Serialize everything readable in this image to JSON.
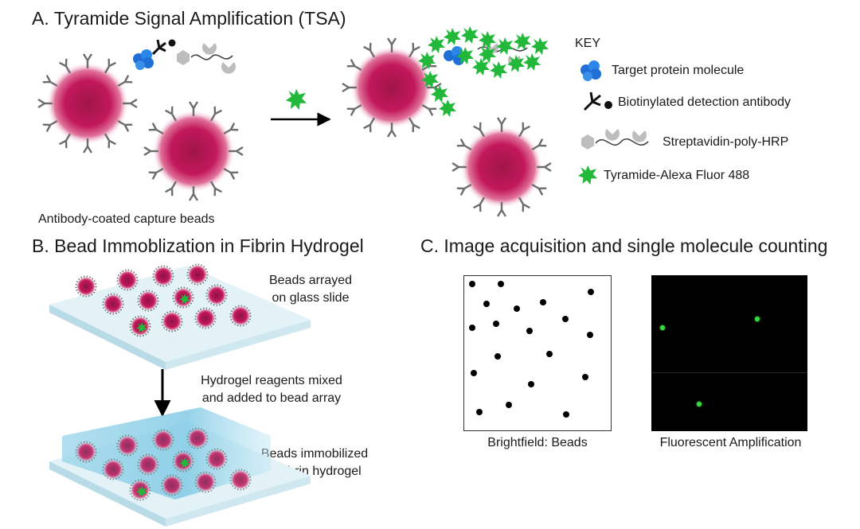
{
  "panel_a": {
    "title": "A. Tyramide Signal Amplification (TSA)",
    "beads_caption": "Antibody-coated capture beads",
    "key": {
      "heading": "KEY",
      "items": [
        {
          "label": "Target protein molecule",
          "icon": "target-protein-icon"
        },
        {
          "label": "Biotinylated detection antibody",
          "icon": "detection-antibody-icon"
        },
        {
          "label": "Streptavidin-poly-HRP",
          "icon": "streptavidin-hrp-icon"
        },
        {
          "label": "Tyramide-Alexa Fluor 488",
          "icon": "tyramide-star-icon"
        }
      ]
    }
  },
  "panel_b": {
    "title": "B. Bead Immoblization in Fibrin Hydrogel",
    "top_caption_1": "Beads arrayed",
    "top_caption_2": "on glass slide",
    "arrow_caption_1": "Hydrogel reagents mixed",
    "arrow_caption_2": "and added to bead array",
    "bottom_caption_1": "Beads immobilized",
    "bottom_caption_2": "in fibrin hydrogel"
  },
  "panel_c": {
    "title": "C. Image acquisition and single molecule counting",
    "brightfield_caption": "Brightfield: Beads",
    "fluorescent_caption": "Fluorescent Amplification"
  },
  "colors": {
    "bead": "#c2185b",
    "protein": "#1f6fd6",
    "tyramide": "#22b83a",
    "hrp": "#bdbdbd",
    "slide": "#d8eef4",
    "hydrogel": "#7cc8e4"
  }
}
